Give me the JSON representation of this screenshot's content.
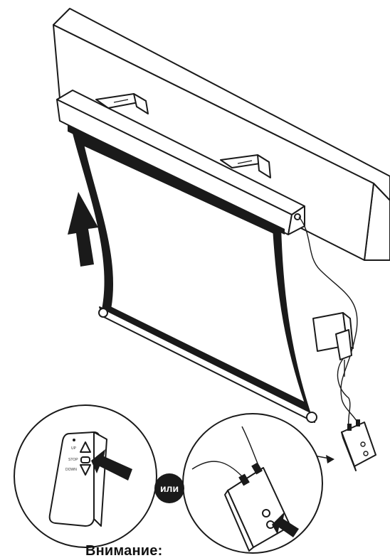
{
  "illustration": {
    "description_icons": [
      "wall-block",
      "projector-screen-housing",
      "mounting-bracket",
      "upward-arrow",
      "power-cable",
      "wall-socket",
      "plug",
      "control-switch-box",
      "remote-control",
      "pointing-arrow"
    ]
  },
  "remote": {
    "up_label": "UP",
    "stop_label": "STOP",
    "down_label": "DOWN"
  },
  "or_label": "или",
  "warning_text": "Внимание:"
}
